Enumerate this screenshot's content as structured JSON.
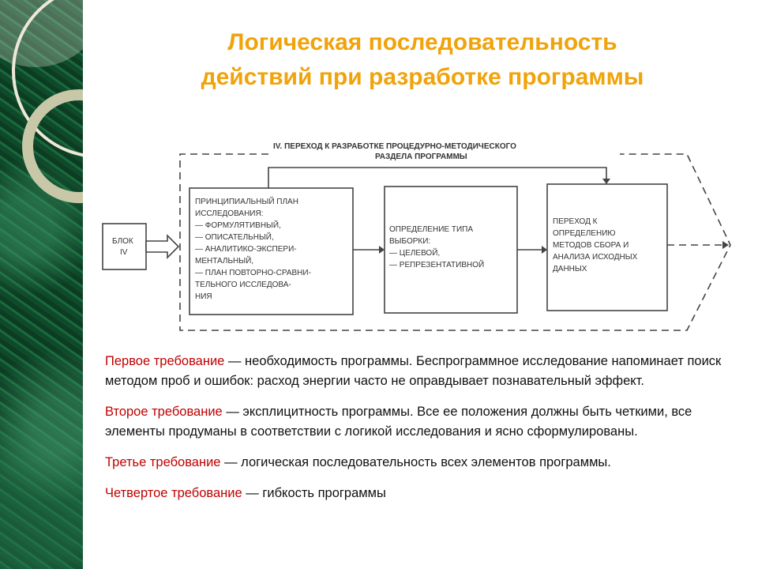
{
  "title": {
    "line1": "Логическая последовательность",
    "line2": "действий при разработке программы"
  },
  "diagram": {
    "header_line1": "IV. ПЕРЕХОД К  РАЗРАБОТКЕ  ПРОЦЕДУРНО-МЕТОДИЧЕСКОГО",
    "header_line2": "РАЗДЕЛА ПРОГРАММЫ",
    "block": [
      "БЛОК",
      "IV"
    ],
    "box1": [
      "ПРИНЦИПИАЛЬНЫЙ ПЛАН",
      "ИССЛЕДОВАНИЯ:",
      "— ФОРМУЛЯТИВНЫЙ,",
      "— ОПИСАТЕЛЬНЫЙ,",
      "— АНАЛИТИКО-ЭКСПЕРИ-",
      "МЕНТАЛЬНЫЙ,",
      "— ПЛАН ПОВТОРНО-СРАВНИ-",
      "ТЕЛЬНОГО ИССЛЕДОВА-",
      "НИЯ"
    ],
    "box2": [
      "ОПРЕДЕЛЕНИЕ ТИПА",
      "ВЫБОРКИ:",
      "— ЦЕЛЕВОЙ,",
      "— РЕПРЕЗЕНТАТИВНОЙ"
    ],
    "box3": [
      "ПЕРЕХОД К",
      "ОПРЕДЕЛЕНИЮ",
      "МЕТОДОВ СБОРА И",
      "АНАЛИЗА ИСХОДНЫХ",
      "ДАННЫХ"
    ]
  },
  "requirements": [
    {
      "label": "Первое требование",
      "text": " — необходимость программы. Беспрограммное исследование напоминает поиск методом проб и ошибок: расход энергии часто не оправдывает познавательный эффект."
    },
    {
      "label": "Второе требование",
      "text": " — эксплицитность программы. Все ее положения должны быть четкими, все элементы продуманы в соответствии с логикой исследования и ясно сформулированы."
    },
    {
      "label": "Третье требование",
      "text": " — логическая последовательность всех элементов программы."
    },
    {
      "label": "Четвертое требование",
      "text": " — гибкость программы"
    }
  ],
  "colors": {
    "title": "#f0a30a",
    "requirement_label": "#c00000",
    "strip": "#124a2c"
  }
}
